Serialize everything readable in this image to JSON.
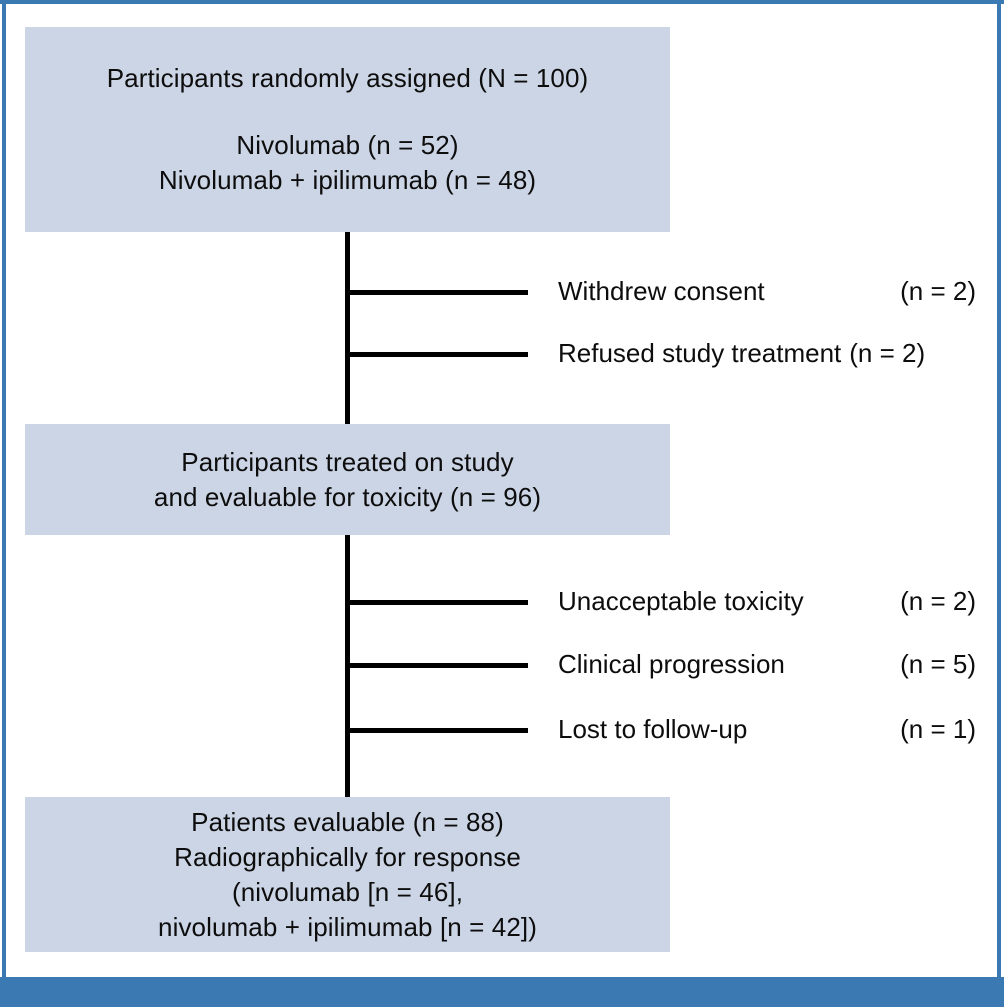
{
  "figure": {
    "type": "consort-flow-diagram",
    "accent_color": "#3a79b2",
    "box_fill_color": "#ccd5e5",
    "line_color": "#000000"
  },
  "boxes": {
    "top": {
      "lines": [
        "Participants randomly assigned (N = 100)",
        "",
        "Nivolumab (n = 52)",
        "Nivolumab + ipilimumab (n = 48)"
      ]
    },
    "middle": {
      "lines": [
        "Participants treated on study",
        "and evaluable for toxicity (n = 96)"
      ]
    },
    "bottom": {
      "lines": [
        "Patients evaluable (n = 88)",
        "Radiographically for response",
        "(nivolumab [n = 46],",
        "nivolumab + ipilimumab [n = 42])"
      ]
    }
  },
  "exclusions_upper": [
    {
      "reason": "Withdrew consent",
      "count": "(n = 2)"
    },
    {
      "reason": "Refused study treatment",
      "count": "(n = 2)"
    }
  ],
  "exclusions_lower": [
    {
      "reason": "Unacceptable toxicity",
      "count": "(n = 2)"
    },
    {
      "reason": "Clinical progression",
      "count": "(n = 5)"
    },
    {
      "reason": "Lost to follow-up",
      "count": "(n = 1)"
    }
  ],
  "chart_data": {
    "type": "table",
    "title": "CONSORT participant flow",
    "nodes": [
      {
        "label": "Participants randomly assigned",
        "n": 100
      },
      {
        "label": "Nivolumab",
        "n": 52
      },
      {
        "label": "Nivolumab + ipilimumab",
        "n": 48
      },
      {
        "label": "Participants treated on study and evaluable for toxicity",
        "n": 96
      },
      {
        "label": "Patients evaluable radiographically for response",
        "n": 88
      },
      {
        "label": "nivolumab (evaluable)",
        "n": 46
      },
      {
        "label": "nivolumab + ipilimumab (evaluable)",
        "n": 42
      }
    ],
    "exclusions": [
      {
        "stage": "after randomization",
        "reason": "Withdrew consent",
        "n": 2
      },
      {
        "stage": "after randomization",
        "reason": "Refused study treatment",
        "n": 2
      },
      {
        "stage": "after treatment",
        "reason": "Unacceptable toxicity",
        "n": 2
      },
      {
        "stage": "after treatment",
        "reason": "Clinical progression",
        "n": 5
      },
      {
        "stage": "after treatment",
        "reason": "Lost to follow-up",
        "n": 1
      }
    ]
  }
}
